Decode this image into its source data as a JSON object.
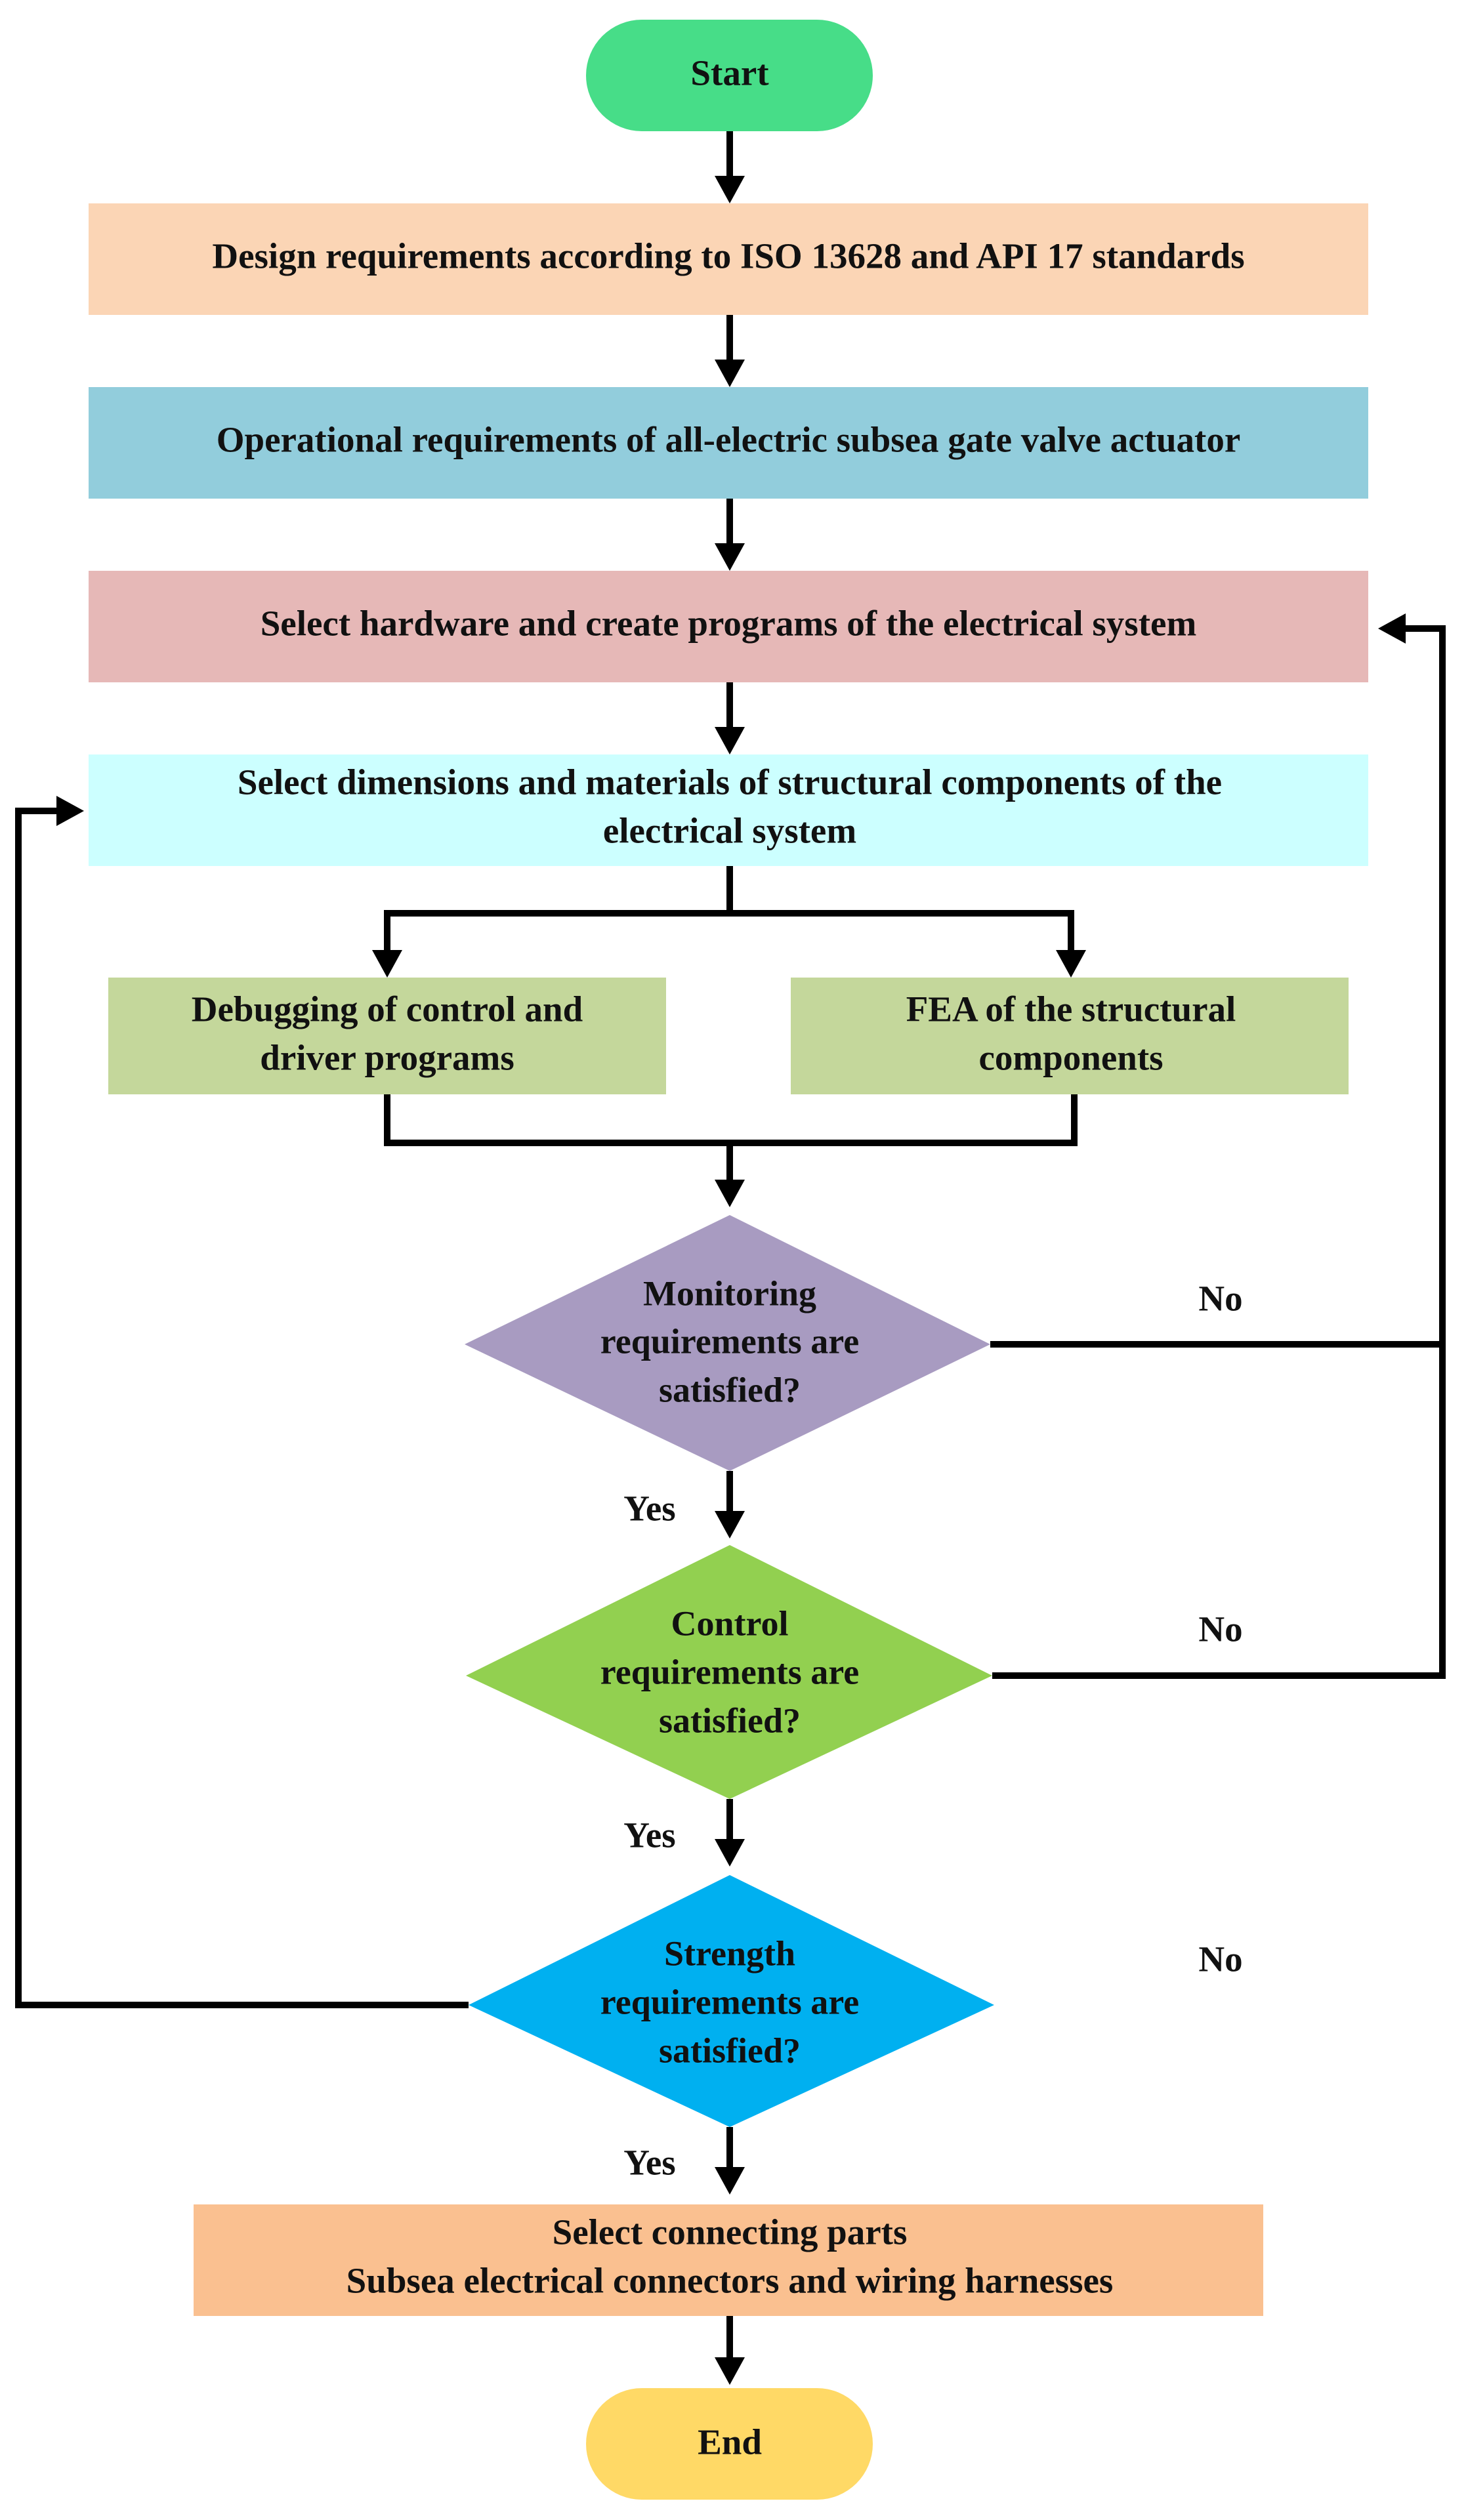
{
  "start": {
    "label": "Start",
    "color": "#47dd88"
  },
  "end": {
    "label": "End",
    "color": "#ffd966"
  },
  "steps": {
    "design": {
      "label": "Design requirements according to ISO 13628 and API 17 standards",
      "color": "#fbd5b5"
    },
    "operational": {
      "label": "Operational requirements of all-electric subsea gate valve actuator",
      "color": "#92cddc"
    },
    "hardware": {
      "label": "Select hardware and create programs of the electrical system",
      "color": "#e6b8b7"
    },
    "dimensions": {
      "line1": "Select dimensions and materials of structural components of the",
      "line2": "electrical system",
      "color": "#ccffff"
    },
    "debugging": {
      "line1": "Debugging of control and",
      "line2": "driver programs",
      "color": "#c4d79b"
    },
    "fea": {
      "line1": "FEA of the structural",
      "line2": "components",
      "color": "#c4d79b"
    },
    "connecting": {
      "line1": "Select connecting parts",
      "line2": "Subsea electrical connectors and wiring harnesses",
      "color": "#fac090"
    }
  },
  "decisions": {
    "monitoring": {
      "line1": "Monitoring",
      "line2": "requirements are",
      "line3": "satisfied?",
      "color": "#a89bc1"
    },
    "control": {
      "line1": "Control",
      "line2": "requirements are",
      "line3": "satisfied?",
      "color": "#92d050"
    },
    "strength": {
      "line1": "Strength",
      "line2": "requirements are",
      "line3": "satisfied?",
      "color": "#00b0f0"
    }
  },
  "branch_labels": {
    "yes": "Yes",
    "no": "No"
  }
}
